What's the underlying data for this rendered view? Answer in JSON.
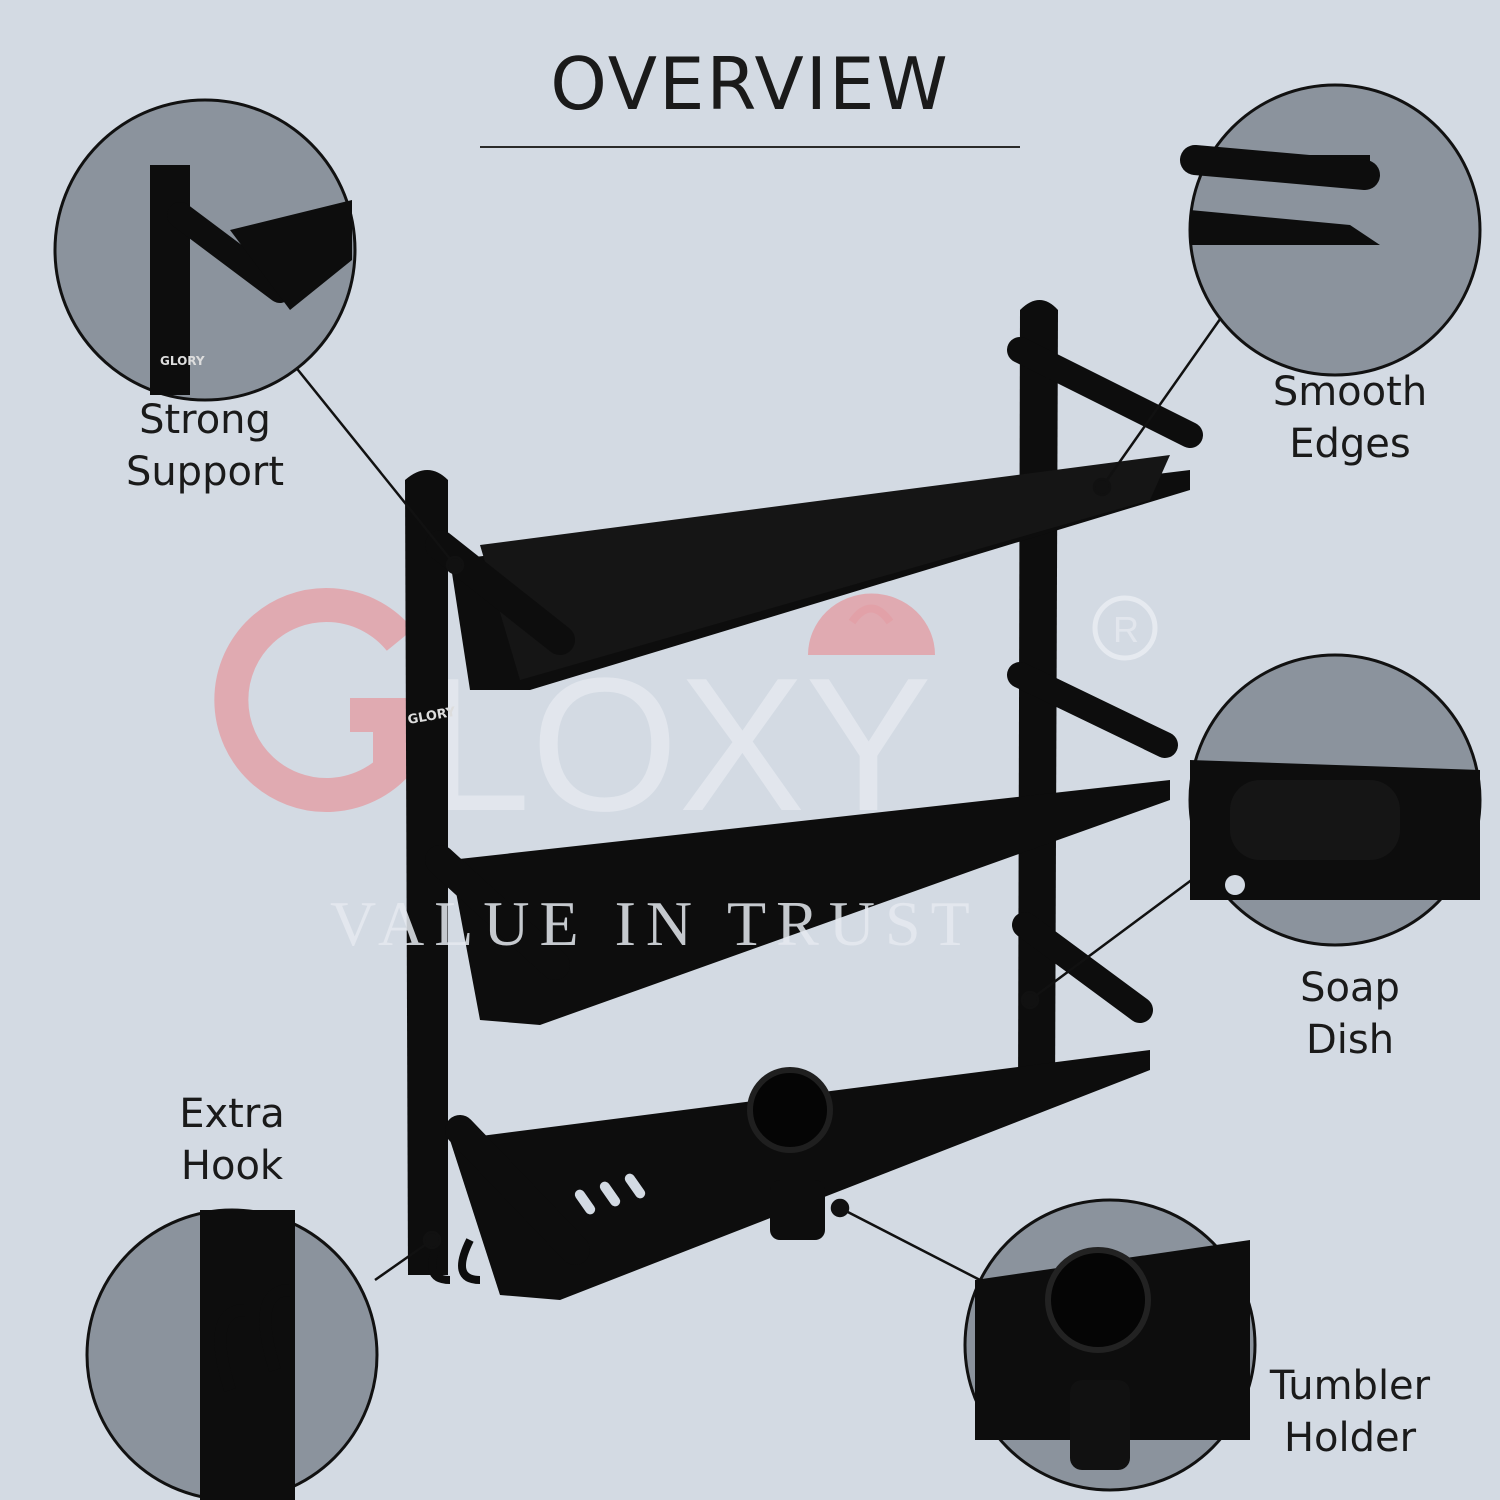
{
  "title": "OVERVIEW",
  "watermark": {
    "brand": "GLOXY",
    "tagline": "Value in Trust",
    "registered": "®"
  },
  "product_logo": "GLORY",
  "features": [
    {
      "line1": "Strong",
      "line2": "Support",
      "icon": "wall-bracket"
    },
    {
      "line1": "Smooth",
      "line2": "Edges",
      "icon": "shelf-edge"
    },
    {
      "line1": "Soap",
      "line2": "Dish",
      "icon": "soap-dish"
    },
    {
      "line1": "Extra",
      "line2": "Hook",
      "icon": "hook"
    },
    {
      "line1": "Tumbler",
      "line2": "Holder",
      "icon": "tumbler-holder"
    }
  ],
  "colors": {
    "background": "#d3dae3",
    "product": "#0d0d0d",
    "circle_fill": "#8b939d",
    "watermark_accent": "#e2a1a8"
  }
}
